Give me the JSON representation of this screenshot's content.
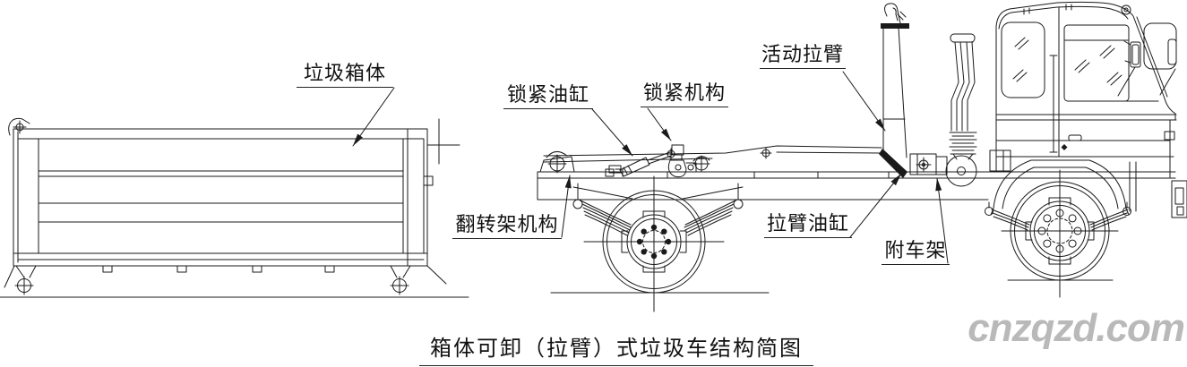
{
  "diagram": {
    "caption": "箱体可卸（拉臂）式垃圾车结构简图",
    "watermark": "cnzqzd.com",
    "line_color": "#1a1a1a",
    "watermark_color": "#b9b9b9",
    "background_color": "#ffffff",
    "labels": [
      {
        "id": "garbage-container-body",
        "text": "垃圾箱体"
      },
      {
        "id": "locking-cylinder",
        "text": "锁紧油缸"
      },
      {
        "id": "locking-mechanism",
        "text": "锁紧机构"
      },
      {
        "id": "movable-pull-arm",
        "text": "活动拉臂"
      },
      {
        "id": "tipping-frame-mechanism",
        "text": "翻转架机构"
      },
      {
        "id": "pull-arm-cylinder",
        "text": "拉臂油缸"
      },
      {
        "id": "sub-frame",
        "text": "附车架"
      }
    ]
  }
}
